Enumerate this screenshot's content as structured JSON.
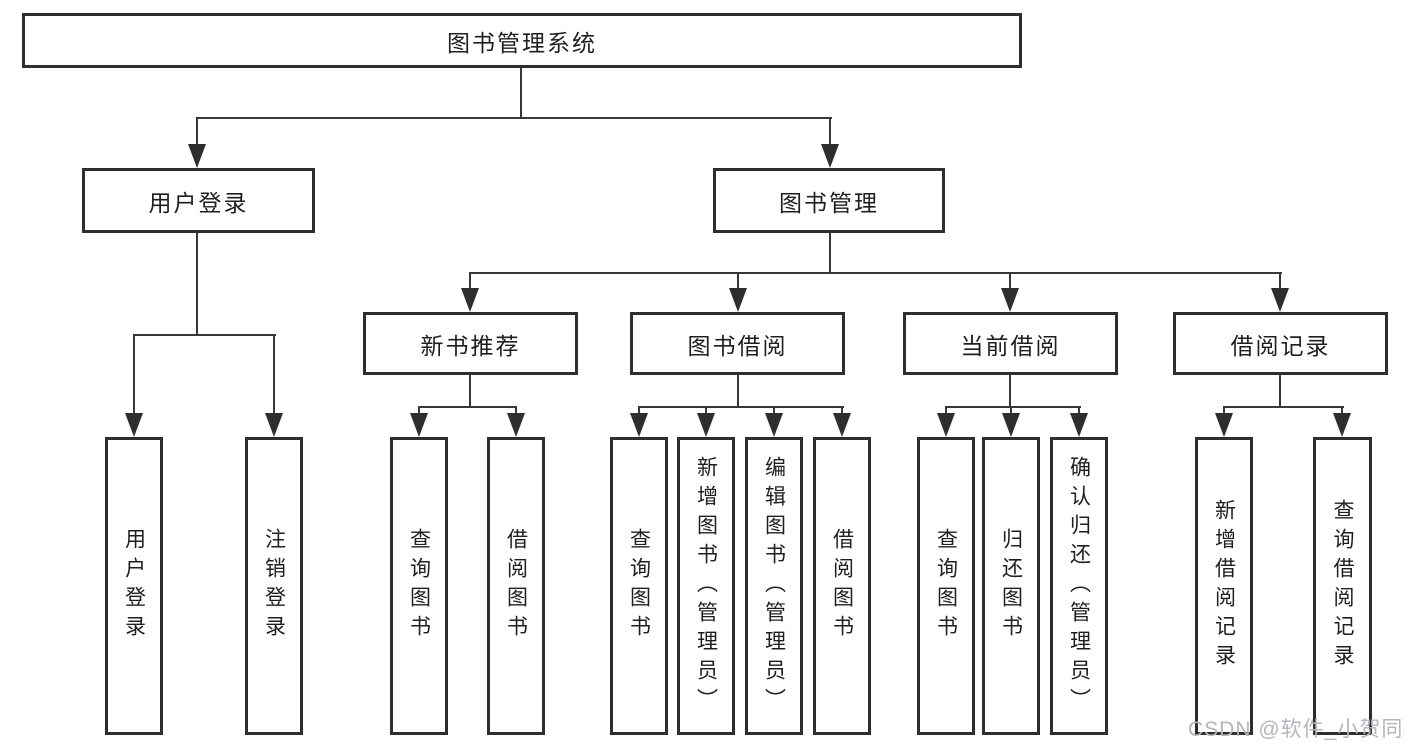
{
  "diagram": {
    "root": {
      "label": "图书管理系统"
    },
    "level2": [
      {
        "label": "用户登录"
      },
      {
        "label": "图书管理"
      }
    ],
    "level3": [
      {
        "label": "新书推荐"
      },
      {
        "label": "图书借阅"
      },
      {
        "label": "当前借阅"
      },
      {
        "label": "借阅记录"
      }
    ],
    "leaves": {
      "user_login": [
        "用户登录",
        "注销登录"
      ],
      "new_books": [
        "查询图书",
        "借阅图书"
      ],
      "book_borrowing": [
        "查询图书",
        "新增图书（管理员）",
        "编辑图书（管理员）",
        "借阅图书"
      ],
      "current_borrowing": [
        "查询图书",
        "归还图书",
        "确认归还（管理员）"
      ],
      "borrowing_records": [
        "新增借阅记录",
        "查询借阅记录"
      ]
    },
    "watermark": {
      "text": "CSDN @软件_小贺同学",
      "color": "#b3b6bb"
    },
    "colors": {
      "line": "#383838",
      "box_border": "#2e2e2e",
      "text": "#1f1f1f",
      "background": "#ffffff"
    }
  }
}
